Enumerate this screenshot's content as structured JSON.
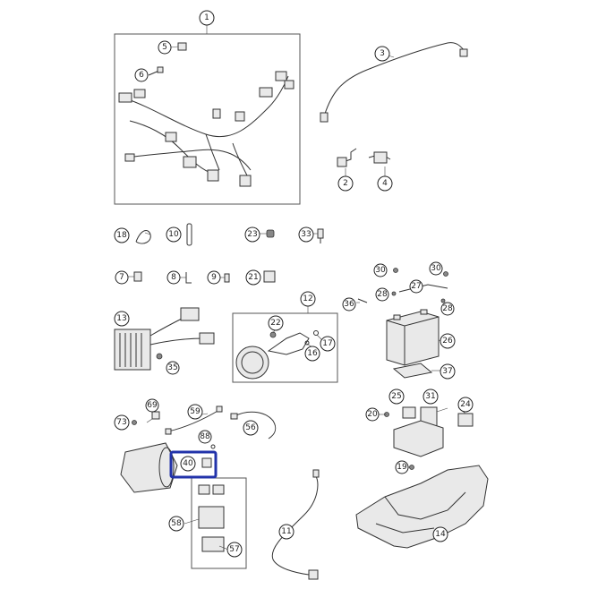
{
  "diagram": {
    "highlight_color": "#2233aa",
    "highlighted_callout": "40",
    "callouts": [
      {
        "id": "c1",
        "label": "1"
      },
      {
        "id": "c2",
        "label": "2"
      },
      {
        "id": "c3",
        "label": "3"
      },
      {
        "id": "c4",
        "label": "4"
      },
      {
        "id": "c5",
        "label": "5"
      },
      {
        "id": "c6",
        "label": "6"
      },
      {
        "id": "c7",
        "label": "7"
      },
      {
        "id": "c8",
        "label": "8"
      },
      {
        "id": "c9",
        "label": "9"
      },
      {
        "id": "c10",
        "label": "10"
      },
      {
        "id": "c11",
        "label": "11"
      },
      {
        "id": "c12",
        "label": "12"
      },
      {
        "id": "c13",
        "label": "13"
      },
      {
        "id": "c14",
        "label": "14"
      },
      {
        "id": "c16",
        "label": "16"
      },
      {
        "id": "c17",
        "label": "17"
      },
      {
        "id": "c18",
        "label": "18"
      },
      {
        "id": "c19",
        "label": "19"
      },
      {
        "id": "c20",
        "label": "20"
      },
      {
        "id": "c21",
        "label": "21"
      },
      {
        "id": "c22",
        "label": "22"
      },
      {
        "id": "c23",
        "label": "23"
      },
      {
        "id": "c24",
        "label": "24"
      },
      {
        "id": "c25",
        "label": "25"
      },
      {
        "id": "c26",
        "label": "26"
      },
      {
        "id": "c27",
        "label": "27"
      },
      {
        "id": "c28a",
        "label": "28"
      },
      {
        "id": "c28b",
        "label": "28"
      },
      {
        "id": "c30a",
        "label": "30"
      },
      {
        "id": "c30b",
        "label": "30"
      },
      {
        "id": "c31",
        "label": "31"
      },
      {
        "id": "c33",
        "label": "33"
      },
      {
        "id": "c35",
        "label": "35"
      },
      {
        "id": "c36",
        "label": "36"
      },
      {
        "id": "c37",
        "label": "37"
      },
      {
        "id": "c40",
        "label": "40"
      },
      {
        "id": "c56",
        "label": "56"
      },
      {
        "id": "c57",
        "label": "57"
      },
      {
        "id": "c58",
        "label": "58"
      },
      {
        "id": "c59",
        "label": "59"
      },
      {
        "id": "c69",
        "label": "69"
      },
      {
        "id": "c73",
        "label": "73"
      },
      {
        "id": "c88",
        "label": "88"
      }
    ]
  }
}
